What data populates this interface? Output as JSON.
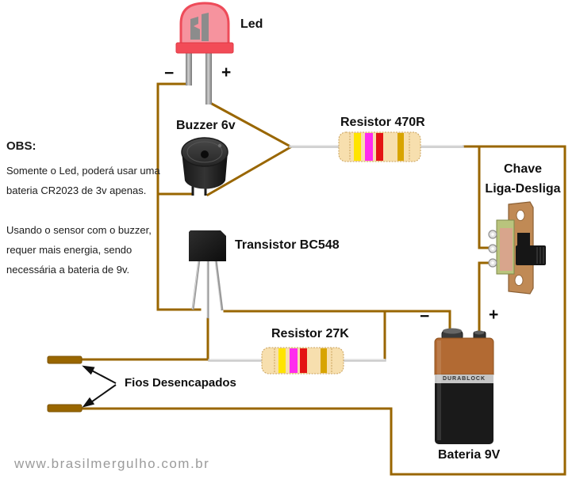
{
  "components": {
    "led": {
      "label": "Led",
      "minus": "−",
      "plus": "+"
    },
    "buzzer": {
      "label": "Buzzer 6v"
    },
    "resistor470": {
      "label": "Resistor 470R"
    },
    "switch": {
      "label_line1": "Chave",
      "label_line2": "Liga-Desliga"
    },
    "transistor": {
      "label": "Transistor BC548"
    },
    "resistor27k": {
      "label": "Resistor 27K"
    },
    "bare_wires": {
      "label": "Fios Desencapados"
    },
    "battery": {
      "label": "Bateria 9V",
      "brand": "DURABLOCK",
      "minus": "−",
      "plus": "+"
    }
  },
  "note": {
    "heading": "OBS:",
    "lines": [
      "Somente o Led, poderá usar uma",
      "bateria CR2023 de 3v apenas.",
      "Usando o sensor com o buzzer,",
      "requer mais energia, sendo",
      "necessária a bateria de 9v."
    ]
  },
  "watermark": "www.brasilmergulho.com.br",
  "colors": {
    "wire": "#996600",
    "lead": "#cccccc",
    "resistor_body": "#F7DFAE",
    "band_yellow": "#FFE400",
    "band_magenta": "#FF2BEE",
    "band_red": "#E41414",
    "band_gold": "#D8A400",
    "led_red": "#F2515F",
    "battery_copper": "#B26A33",
    "battery_black": "#1A1A1A",
    "switch_copper": "#C08A55"
  }
}
